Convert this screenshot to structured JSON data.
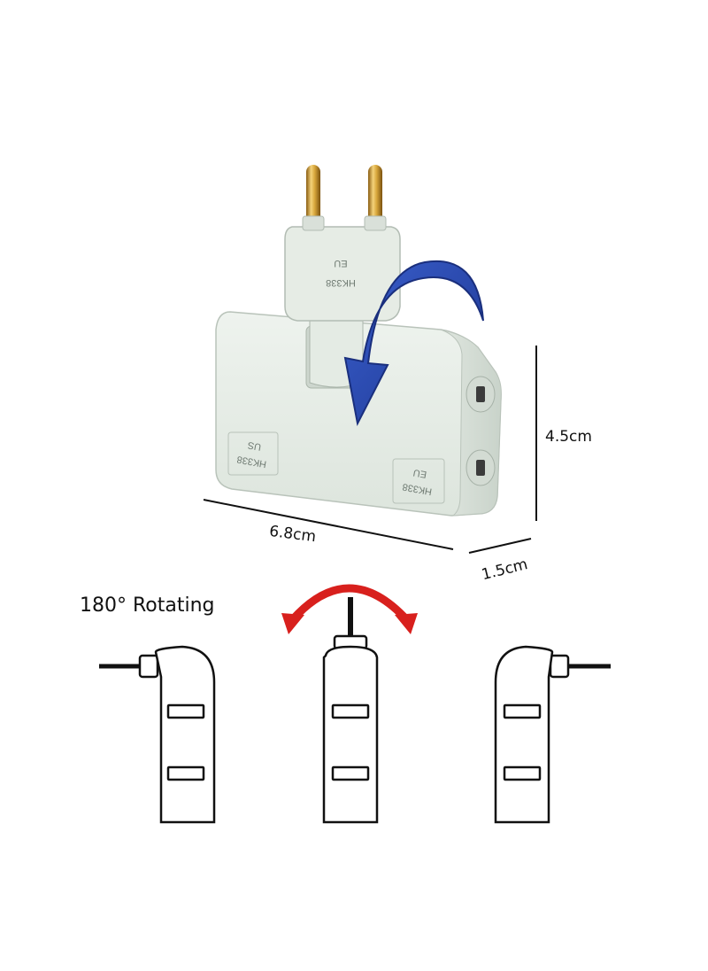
{
  "dimensions": {
    "height": "4.5cm",
    "width": "6.8cm",
    "depth": "1.5cm"
  },
  "rotation_label": "180° Rotating",
  "molded_text": {
    "plug_model": "HK338",
    "plug_region": "EU",
    "left_socket_model": "HK338",
    "left_socket_region": "US",
    "right_socket_model": "HK338",
    "right_socket_region": "EU"
  },
  "colors": {
    "body": "#e7ede6",
    "pins": "#c9982a",
    "arrow_blue": "#2747a8",
    "arrow_red": "#d8201d",
    "outline": "#111111"
  },
  "icons": [
    "curved-arrow-icon",
    "rotation-arrow-icon"
  ]
}
